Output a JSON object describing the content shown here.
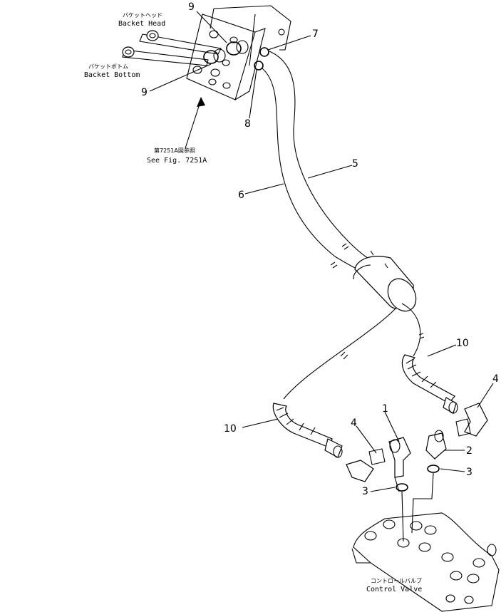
{
  "labels": {
    "bucket_head_jp": "バケットヘッド",
    "bucket_head_en": "Backet  Head",
    "bucket_bottom_jp": "バケットボトム",
    "bucket_bottom_en": "Backet  Bottom",
    "see_fig_jp": "第7251A図参照",
    "see_fig_en": "See Fig. 7251A",
    "control_valve_jp": "コントロールバルブ",
    "control_valve_en": "Control  Valve"
  },
  "part_numbers": {
    "p9_top": "9",
    "p9_bottom": "9",
    "p7": "7",
    "p8": "8",
    "p5": "5",
    "p6": "6",
    "p10_right": "10",
    "p10_left": "10",
    "p4_right": "4",
    "p4_left": "4",
    "p1": "1",
    "p2": "2",
    "p3_right": "3",
    "p3_left": "3"
  }
}
